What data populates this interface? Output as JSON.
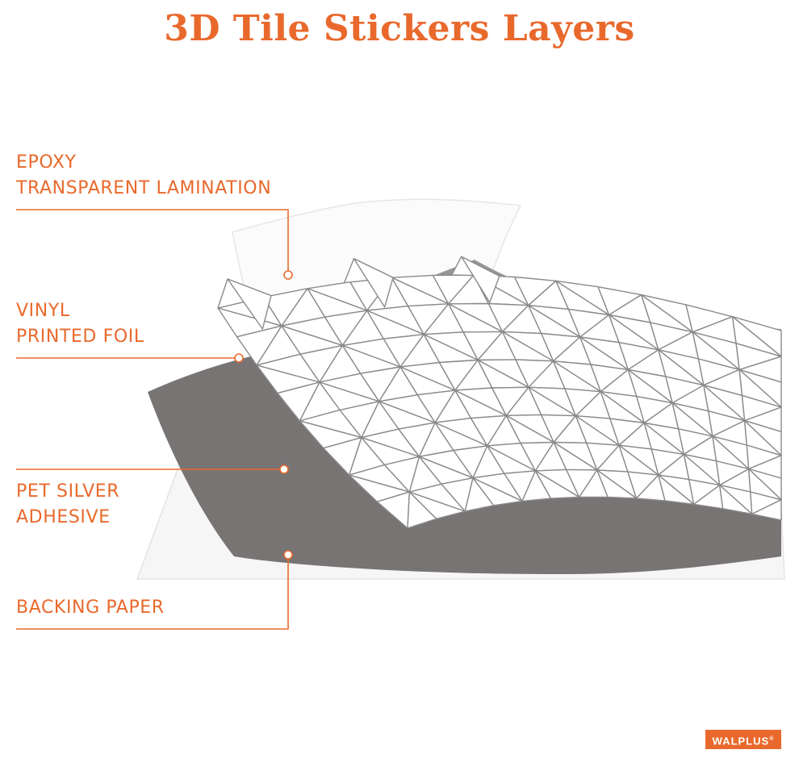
{
  "title": "3D Tile Stickers Layers",
  "colors": {
    "accent": "#e9692c",
    "backing": "#f6f6f6",
    "adhesive": "#787474",
    "foil": "#ffffff",
    "lamination": "#fbfbfb",
    "tile_line": "#8a8a8a"
  },
  "layers": [
    {
      "id": "lamination",
      "lines": [
        "EPOXY",
        "TRANSPARENT LAMINATION"
      ]
    },
    {
      "id": "foil",
      "lines": [
        "VINYL",
        "PRINTED FOIL"
      ]
    },
    {
      "id": "adhesive",
      "lines": [
        "PET SILVER",
        "ADHESIVE"
      ]
    },
    {
      "id": "backing",
      "lines": [
        "BACKING PAPER"
      ]
    }
  ],
  "brand": {
    "name": "WALPLUS",
    "mark": "®"
  }
}
